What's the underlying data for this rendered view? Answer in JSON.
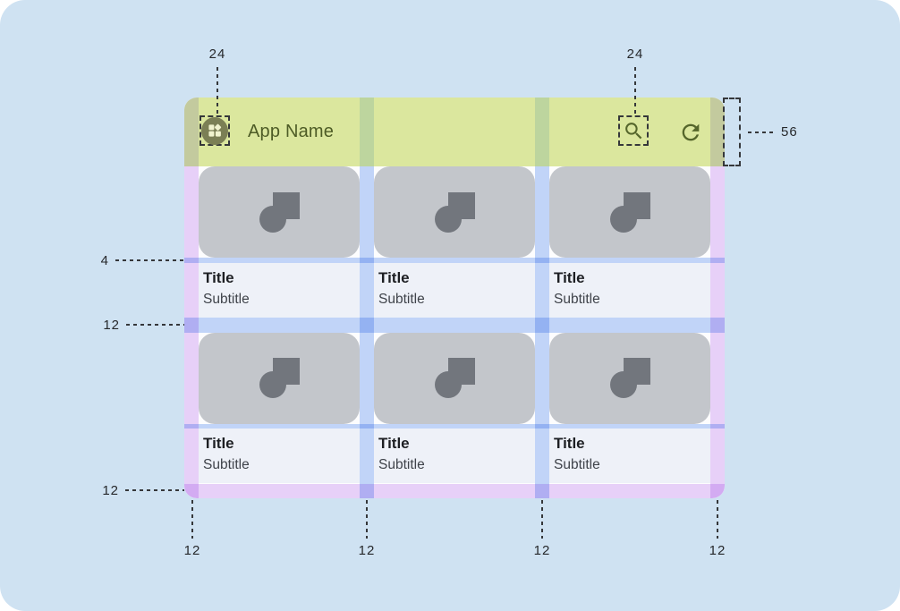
{
  "app_bar": {
    "title": "App Name",
    "leading_icon": "app-grid-icon",
    "trailing_icons": [
      "search-icon",
      "refresh-icon"
    ]
  },
  "cards": [
    {
      "title": "Title",
      "subtitle": "Subtitle"
    },
    {
      "title": "Title",
      "subtitle": "Subtitle"
    },
    {
      "title": "Title",
      "subtitle": "Subtitle"
    },
    {
      "title": "Title",
      "subtitle": "Subtitle"
    },
    {
      "title": "Title",
      "subtitle": "Subtitle"
    },
    {
      "title": "Title",
      "subtitle": "Subtitle"
    }
  ],
  "measurements": {
    "leading_icon_size": "24",
    "trailing_icon_size": "24",
    "app_bar_height": "56",
    "image_text_gap": "4",
    "row_gutter": "12",
    "bottom_margin": "12",
    "bottom_column_labels": [
      "12",
      "12",
      "12",
      "12"
    ]
  },
  "colors": {
    "page_background": "#cfe2f2",
    "app_bar": "#dbe79e",
    "app_bar_content": "#55662b",
    "app_icon_circle": "#7b7f55",
    "card_image": "#c3c6cb",
    "card_icon": "#72767d",
    "card_text_area": "#eef1f8",
    "margin_overlay_purple": "#e9d2f9",
    "gutter_overlay_blue": "#c3d6f9"
  }
}
